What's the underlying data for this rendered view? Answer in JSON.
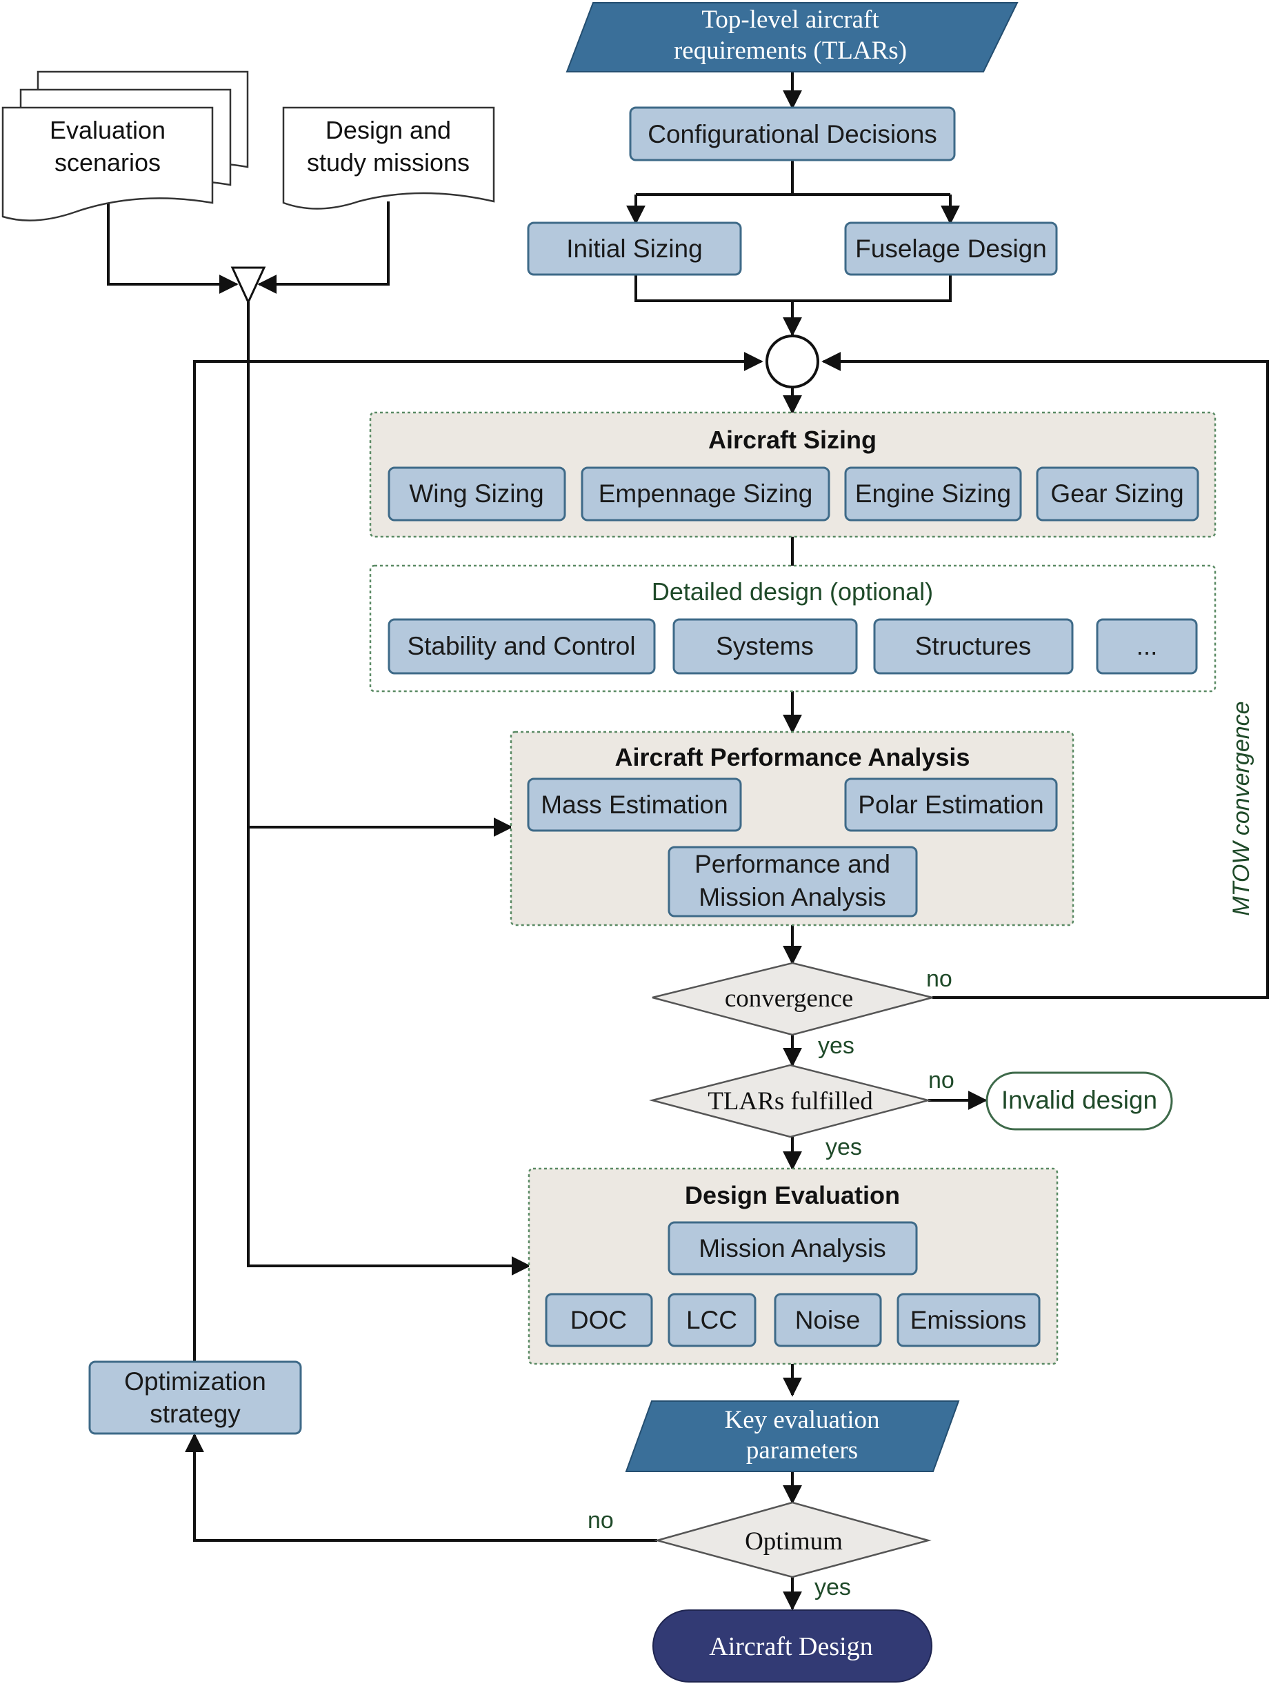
{
  "tlars": {
    "line1": "Top-level aircraft",
    "line2": "requirements (TLARs)"
  },
  "evaluation_scenarios": {
    "line1": "Evaluation",
    "line2": "scenarios"
  },
  "design_missions": {
    "line1": "Design and",
    "line2": "study missions"
  },
  "configurational_decisions": "Configurational Decisions",
  "initial_sizing": "Initial Sizing",
  "fuselage_design": "Fuselage Design",
  "aircraft_sizing": {
    "title": "Aircraft Sizing",
    "items": [
      "Wing Sizing",
      "Empennage Sizing",
      "Engine Sizing",
      "Gear Sizing"
    ]
  },
  "detailed_design": {
    "title": "Detailed design (optional)",
    "items": [
      "Stability and Control",
      "Systems",
      "Structures",
      "..."
    ]
  },
  "performance_analysis": {
    "title": "Aircraft Performance Analysis",
    "mass": "Mass Estimation",
    "polar": "Polar Estimation",
    "perf_line1": "Performance and",
    "perf_line2": "Mission Analysis"
  },
  "convergence": "convergence",
  "mtow_label": "MTOW convergence",
  "tlars_fulfilled": "TLARs fulfilled",
  "invalid_design": "Invalid design",
  "design_evaluation": {
    "title": "Design Evaluation",
    "mission": "Mission Analysis",
    "items": [
      "DOC",
      "LCC",
      "Noise",
      "Emissions"
    ]
  },
  "key_params": {
    "line1": "Key evaluation",
    "line2": "parameters"
  },
  "optimum": "Optimum",
  "optimization_strategy": {
    "line1": "Optimization",
    "line2": "strategy"
  },
  "aircraft_design": "Aircraft Design",
  "labels": {
    "no_convergence": "no",
    "yes_convergence": "yes",
    "no_tlars": "no",
    "yes_tlars": "yes",
    "no_optimum": "no",
    "yes_optimum": "yes"
  },
  "colors": {
    "box_fill": "#b4c8dc",
    "box_stroke": "#3e6a88",
    "parallelogram": "#3a6f99",
    "group_fill": "#ece8e2",
    "group_border": "#5a8a64",
    "diamond_fill": "#ebe9e6",
    "green_text": "#1f4a29",
    "terminal": "#323a74"
  }
}
